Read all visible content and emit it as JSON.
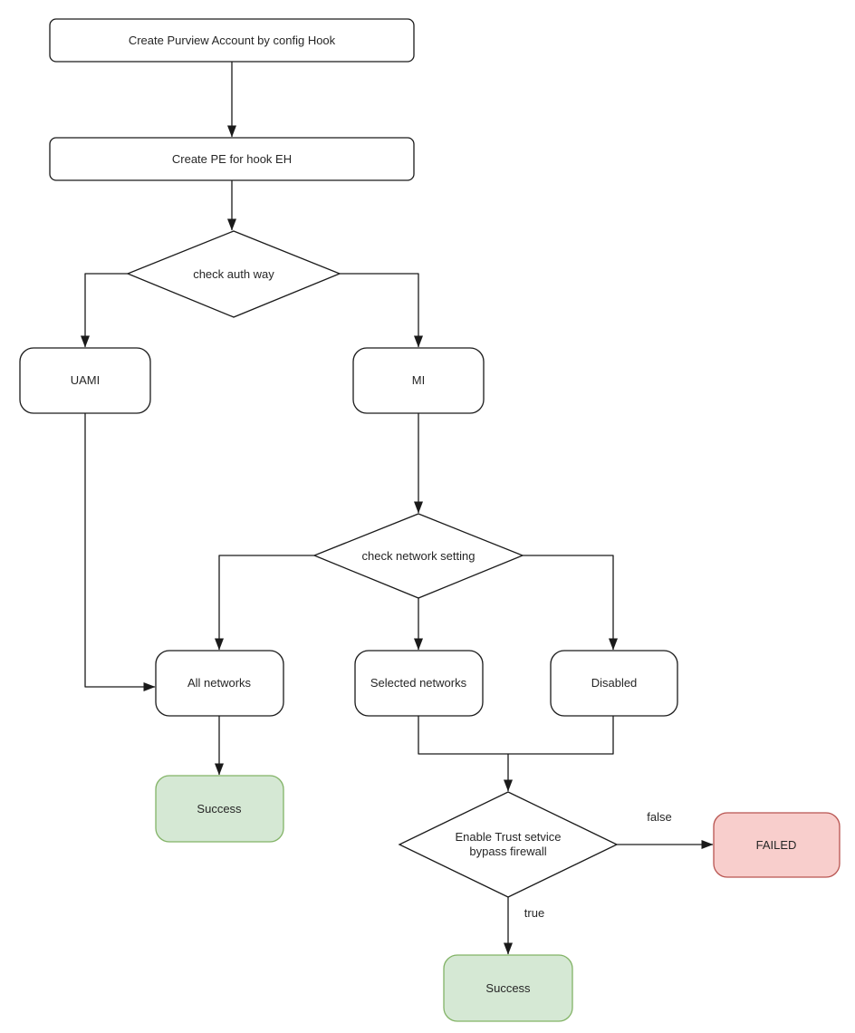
{
  "diagram": {
    "type": "flowchart",
    "colors": {
      "canvas_bg": "#ffffff",
      "line": "#1a1a1a",
      "text": "#262626",
      "node_fill": "#ffffff",
      "node_stroke": "#1a1a1a",
      "success_fill": "#d5e8d4",
      "success_stroke": "#82b366",
      "failed_fill": "#f8cecc",
      "failed_stroke": "#b85450"
    },
    "nodes": {
      "create_account": {
        "type": "process",
        "label": "Create Purview Account by config Hook"
      },
      "create_pe": {
        "type": "process",
        "label": "Create PE for hook EH"
      },
      "check_auth": {
        "type": "decision",
        "label": "check auth way"
      },
      "uami": {
        "type": "rounded",
        "label": "UAMI"
      },
      "mi": {
        "type": "rounded",
        "label": "MI"
      },
      "check_network": {
        "type": "decision",
        "label": "check network setting"
      },
      "all_networks": {
        "type": "rounded",
        "label": "All networks"
      },
      "selected_networks": {
        "type": "rounded",
        "label": "Selected networks"
      },
      "disabled": {
        "type": "rounded",
        "label": "Disabled"
      },
      "success_all": {
        "type": "terminal-success",
        "label": "Success"
      },
      "trust_check": {
        "type": "decision",
        "label_line1": "Enable Trust setvice",
        "label_line2": "bypass firewall"
      },
      "failed": {
        "type": "terminal-failed",
        "label": "FAILED"
      },
      "success_trust": {
        "type": "terminal-success",
        "label": "Success"
      }
    },
    "edge_labels": {
      "false": "false",
      "true": "true"
    },
    "edges": [
      {
        "from": "create_account",
        "to": "create_pe"
      },
      {
        "from": "create_pe",
        "to": "check_auth"
      },
      {
        "from": "check_auth",
        "to": "uami"
      },
      {
        "from": "check_auth",
        "to": "mi"
      },
      {
        "from": "mi",
        "to": "check_network"
      },
      {
        "from": "check_network",
        "to": "all_networks"
      },
      {
        "from": "check_network",
        "to": "selected_networks"
      },
      {
        "from": "check_network",
        "to": "disabled"
      },
      {
        "from": "uami",
        "to": "all_networks"
      },
      {
        "from": "all_networks",
        "to": "success_all"
      },
      {
        "from": "selected_networks",
        "to": "trust_check"
      },
      {
        "from": "disabled",
        "to": "trust_check"
      },
      {
        "from": "trust_check",
        "to": "failed",
        "label": "false"
      },
      {
        "from": "trust_check",
        "to": "success_trust",
        "label": "true"
      }
    ]
  }
}
